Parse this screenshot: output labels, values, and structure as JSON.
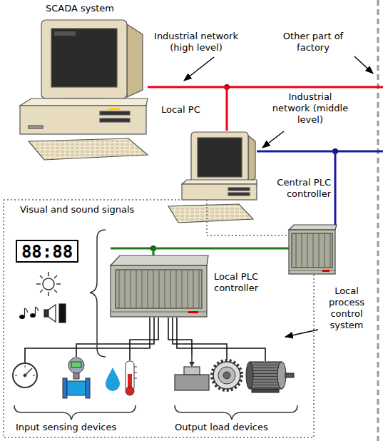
{
  "diagram": {
    "nodes": [
      {
        "text": [
          "SCADA system"
        ]
      },
      {
        "text": [
          "Local PC"
        ]
      },
      {
        "text": [
          "Central PLC controller"
        ]
      },
      {
        "text": [
          "Local process control system"
        ]
      },
      {
        "text": [
          "Local PLC controller"
        ],
        "in": 3
      }
    ],
    "edges": [
      {
        "from": 0,
        "to": 1,
        "arrow": "none"
      },
      {
        "from": 1,
        "to": 2,
        "arrow": "none"
      },
      {
        "from": 2,
        "to": 4,
        "arrow": "none"
      }
    ],
    "labels": [
      "Industrial network (high level)",
      "Other part of factory",
      "Industrial network (middle level)",
      "Visual and sound signals",
      "88:88",
      "Input sensing devices",
      "Output load devices"
    ]
  }
}
